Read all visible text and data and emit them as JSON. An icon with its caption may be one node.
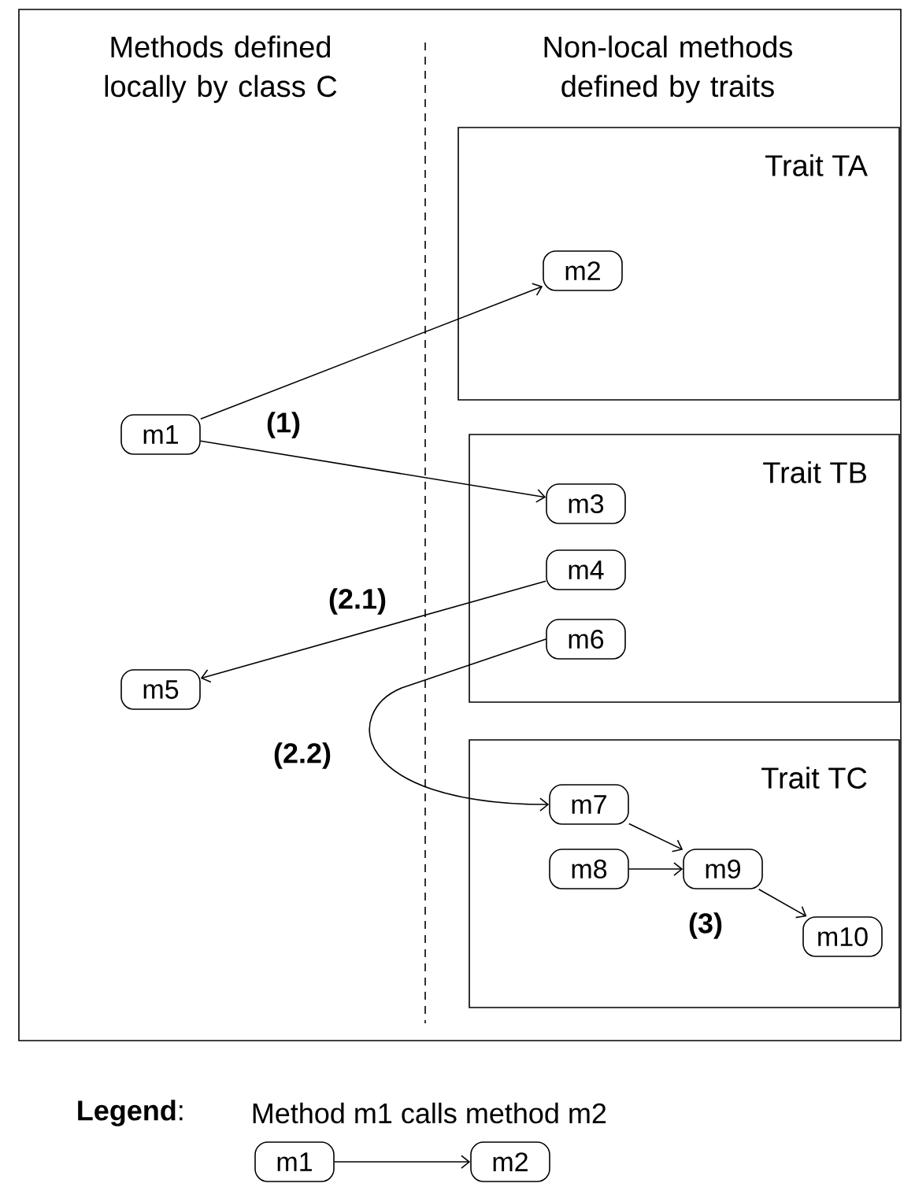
{
  "diagram": {
    "nodes": [
      {
        "text": [
          "Methods defined locally by class C",
          "Non-local methods defined by traits"
        ]
      },
      {
        "text": [
          "Trait TA"
        ],
        "in": 0
      },
      {
        "text": [
          "m2"
        ],
        "in": 1
      },
      {
        "text": [
          "m1"
        ],
        "in": 0
      },
      {
        "text": [
          "Trait TB"
        ],
        "in": 0
      },
      {
        "text": [
          "m3"
        ],
        "in": 4
      },
      {
        "text": [
          "m4"
        ],
        "in": 4
      },
      {
        "text": [
          "m6"
        ],
        "in": 4
      },
      {
        "text": [
          "m5"
        ],
        "in": 0
      },
      {
        "text": [
          "Trait TC"
        ],
        "in": 0
      },
      {
        "text": [
          "m7"
        ],
        "in": 9
      },
      {
        "text": [
          "m8"
        ],
        "in": 9
      },
      {
        "text": [
          "m9"
        ],
        "in": 9
      },
      {
        "text": [
          "m10"
        ],
        "in": 9
      },
      {
        "text": [
          "m1"
        ]
      },
      {
        "text": [
          "m2"
        ]
      }
    ],
    "edges": [
      {
        "from": 3,
        "to": 2,
        "arrow": "to"
      },
      {
        "from": 3,
        "to": 5,
        "arrow": "to"
      },
      {
        "from": 6,
        "to": 8,
        "arrow": "to",
        "label": "(2.1)"
      },
      {
        "from": 7,
        "to": 10,
        "arrow": "to",
        "label": "(2.2)"
      },
      {
        "from": 10,
        "to": 12,
        "arrow": "to"
      },
      {
        "from": 11,
        "to": 12,
        "arrow": "to"
      },
      {
        "from": 12,
        "to": 13,
        "arrow": "to"
      },
      {
        "from": 14,
        "to": 15,
        "arrow": "to"
      }
    ],
    "labels": [
      "(1)",
      "(3)",
      "**Legend**:"
    ],
    "legend": [
      {
        "text": "Method m1 calls method m2"
      }
    ]
  }
}
